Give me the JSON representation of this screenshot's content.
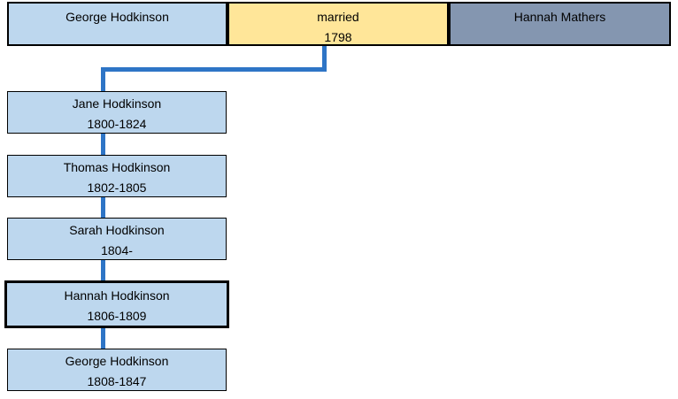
{
  "diagram": {
    "type": "family-tree",
    "parents": {
      "father": {
        "name": "George Hodkinson"
      },
      "marriage": {
        "label": "married",
        "year": "1798"
      },
      "mother": {
        "name": "Hannah Mathers"
      }
    },
    "children": [
      {
        "name": "Jane Hodkinson",
        "years": "1800-1824",
        "highlighted": false
      },
      {
        "name": "Thomas Hodkinson",
        "years": "1802-1805",
        "highlighted": false
      },
      {
        "name": "Sarah Hodkinson",
        "years": "1804-",
        "highlighted": false
      },
      {
        "name": "Hannah Hodkinson",
        "years": "1806-1809",
        "highlighted": true
      },
      {
        "name": "George Hodkinson",
        "years": "1808-1847",
        "highlighted": false
      }
    ],
    "colors": {
      "father_box": "#BDD7EE",
      "marriage_box": "#FFE699",
      "mother_box": "#8496B0",
      "child_box": "#BDD7EE",
      "connector": "#2E75C6",
      "box_border": "#000000"
    }
  }
}
